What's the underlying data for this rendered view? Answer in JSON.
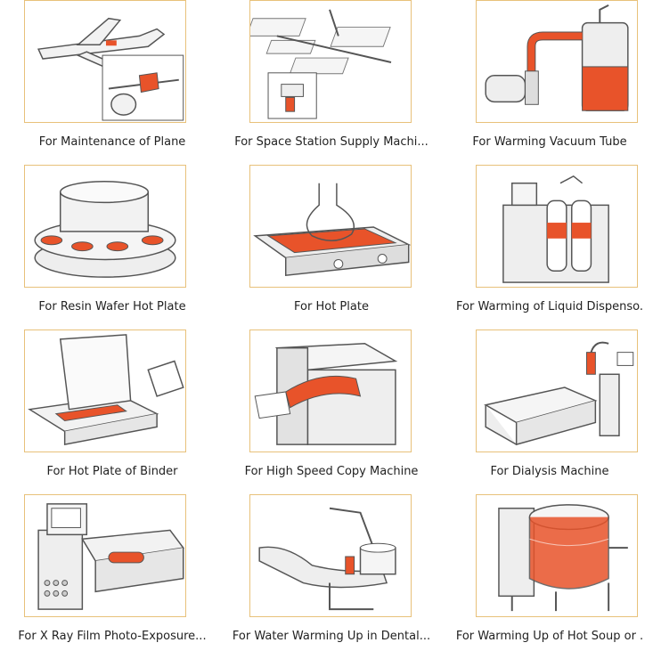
{
  "items": [
    {
      "caption": "For Maintenance of Plane",
      "icon": "airplane-heater-icon"
    },
    {
      "caption": "For Space Station Supply Machi...",
      "icon": "space-station-icon"
    },
    {
      "caption": "For Warming Vacuum Tube",
      "icon": "vacuum-tube-icon"
    },
    {
      "caption": "For Resin Wafer Hot Plate",
      "icon": "wafer-hot-plate-icon"
    },
    {
      "caption": "For Hot Plate",
      "icon": "hot-plate-flask-icon"
    },
    {
      "caption": "For Warming of Liquid Dispenso.",
      "icon": "liquid-dispenser-icon"
    },
    {
      "caption": "For Hot Plate of Binder",
      "icon": "binder-hot-plate-icon"
    },
    {
      "caption": "For High Speed Copy Machine",
      "icon": "copy-machine-icon"
    },
    {
      "caption": "For Dialysis Machine",
      "icon": "dialysis-machine-icon"
    },
    {
      "caption": "For X Ray Film Photo-Exposure...",
      "icon": "xray-machine-icon"
    },
    {
      "caption": "For Water Warming Up in Dental...",
      "icon": "dental-chair-icon"
    },
    {
      "caption": "For Warming Up of Hot Soup or .",
      "icon": "soup-kettle-icon"
    }
  ],
  "colors": {
    "heater": "#e8532a",
    "frame": "#e8c17a",
    "line": "#555555",
    "fill": "#f2f2f2"
  }
}
